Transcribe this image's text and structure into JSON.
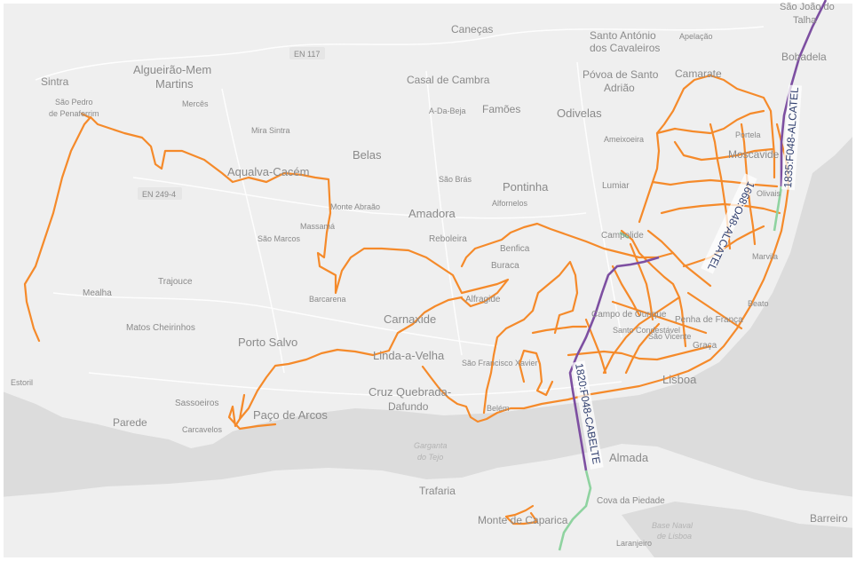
{
  "colors": {
    "land": "#efefef",
    "water": "#dcdcdc",
    "orange_route": "#f58a2a",
    "purple_route": "#7d4fa1",
    "green_route": "#8fd3a0",
    "route_label": "#2f3e6e"
  },
  "places": [
    "São João do",
    "Talha",
    "Caneças",
    "Santo António",
    "dos Cavaleiros",
    "Apelação",
    "Bobadela",
    "Sintra",
    "Algueirão-Mem",
    "Martins",
    "Casal de Cambra",
    "Póvoa de Santo",
    "Adrião",
    "Camarate",
    "São Pedro",
    "de Penaferrim",
    "Mercês",
    "A-Da-Beja",
    "Famões",
    "Odivelas",
    "Mira Sintra",
    "Ameixoeira",
    "Belas",
    "Portela",
    "Moscavide",
    "Aqualva-Cacém",
    "São Brás",
    "Pontinha",
    "Lumiar",
    "Olivais",
    "Monte Abraão",
    "Amadora",
    "Alfornelos",
    "Massamá",
    "Reboleira",
    "Benfica",
    "São Marcos",
    "Buraca",
    "Campolide",
    "Trajouce",
    "Mealha",
    "Barcarena",
    "Carnaxide",
    "Alfragide",
    "Marvila",
    "Beato",
    "Matos Cheirinhos",
    "Campo de Ourique",
    "Penha de França",
    "Porto Salvo",
    "Linda-a-Velha",
    "Santo Condestável",
    "São Vicente",
    "Graça",
    "Estoril",
    "São Francisco Xavier",
    "Cruz Quebrada-",
    "Dafundo",
    "Lisboa",
    "Sassoeiros",
    "Paço de Arcos",
    "Belém",
    "Parede",
    "Carcavelos",
    "Almada",
    "Trafaria",
    "Cova da Piedade",
    "Monte de Caparica",
    "Barreiro",
    "Laranjeiro"
  ],
  "roads": [
    "EN 117",
    "EN 249-4"
  ],
  "water": [
    "Garganta",
    "do Tejo",
    "Base Naval",
    "de Lisboa"
  ],
  "route_labels": [
    "1835:F048-ALCATEL",
    "1668:O48-ALCATEL",
    "1820:F048-CABELTE"
  ]
}
